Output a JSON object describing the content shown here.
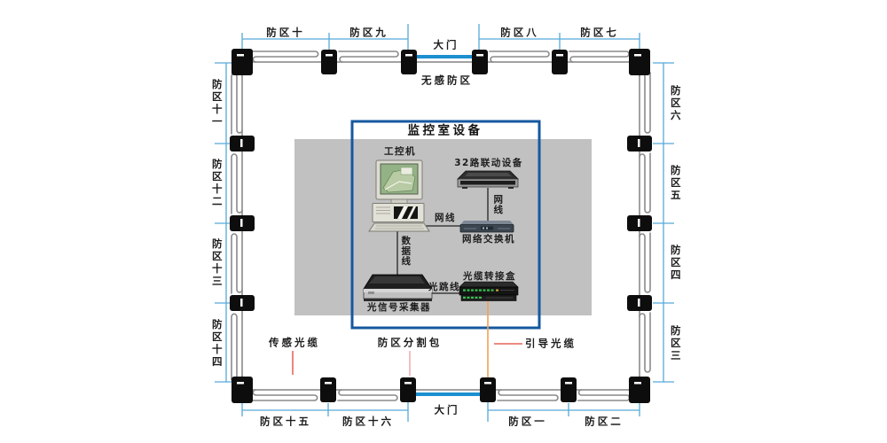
{
  "zones": {
    "top": [
      "防区十",
      "防区九",
      "防区八",
      "防区七"
    ],
    "right": [
      "防区六",
      "防区五",
      "防区四",
      "防区三"
    ],
    "bottom": [
      "防区十五",
      "防区十六",
      "防区一",
      "防区二"
    ],
    "left": [
      "防区十一",
      "防区十二",
      "防区十三",
      "防区十四"
    ]
  },
  "gates": {
    "top": "大门",
    "bottom": "大门",
    "insensitive_zone": "无感防区"
  },
  "callouts": {
    "sensing_cable": "传感光缆",
    "zone_splitter": "防区分割包",
    "guide_cable": "引导光缆"
  },
  "control_room": {
    "title": "监控室设备",
    "industrial_pc": "工控机",
    "linkage_device": "32路联动设备",
    "network_switch": "网络交换机",
    "optical_collector": "光信号采集器",
    "fiber_junction_box": "光缆转接盒",
    "cable_network_h": "网线",
    "cable_network_v": "网线",
    "cable_data": "数据线",
    "fiber_jumper": "光跳线"
  },
  "colors": {
    "bracket_blue": "#56a9d9",
    "gate_blue": "#1b8fd0",
    "box_blue": "#16589f",
    "panel_gray": "#c1c1c1",
    "fence_gray": "#8a8a8a",
    "post_black": "#0d0d0d",
    "leader_red": "#e04438",
    "leader_pink": "#f09aa4",
    "guide_orange": "#f2a154"
  }
}
